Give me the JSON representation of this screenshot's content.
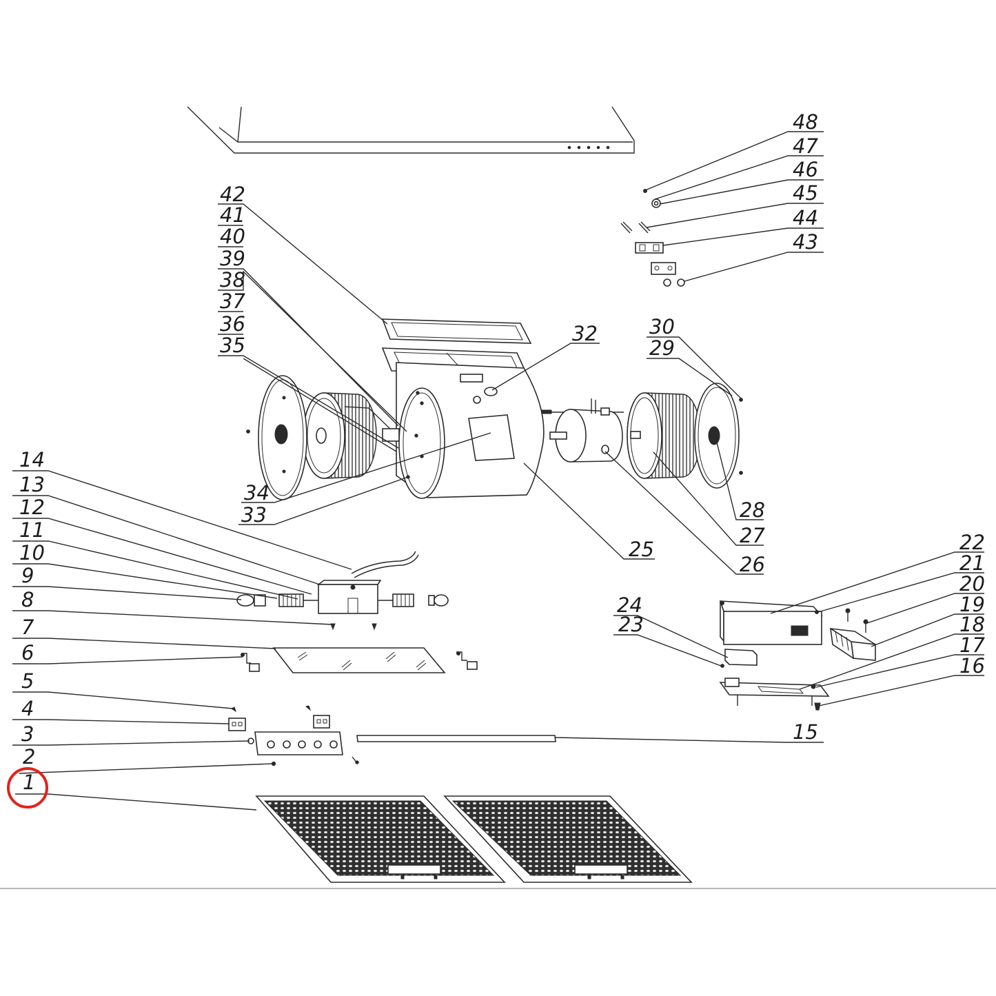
{
  "part_numbers": {
    "p1": "1",
    "p2": "2",
    "p3": "3",
    "p4": "4",
    "p5": "5",
    "p6": "6",
    "p7": "7",
    "p8": "8",
    "p9": "9",
    "p10": "10",
    "p11": "11",
    "p12": "12",
    "p13": "13",
    "p14": "14",
    "p15": "15",
    "p16": "16",
    "p17": "17",
    "p18": "18",
    "p19": "19",
    "p20": "20",
    "p21": "21",
    "p22": "22",
    "p23": "23",
    "p24": "24",
    "p25": "25",
    "p26": "26",
    "p27": "27",
    "p28": "28",
    "p29": "29",
    "p30": "30",
    "p32": "32",
    "p33": "33",
    "p34": "34",
    "p35": "35",
    "p36": "36",
    "p37": "37",
    "p38": "38",
    "p39": "39",
    "p40": "40",
    "p41": "41",
    "p42": "42",
    "p43": "43",
    "p44": "44",
    "p45": "45",
    "p46": "46",
    "p47": "47",
    "p48": "48"
  },
  "highlight_color": "#e3221c",
  "line_color": "#2a2a2a"
}
